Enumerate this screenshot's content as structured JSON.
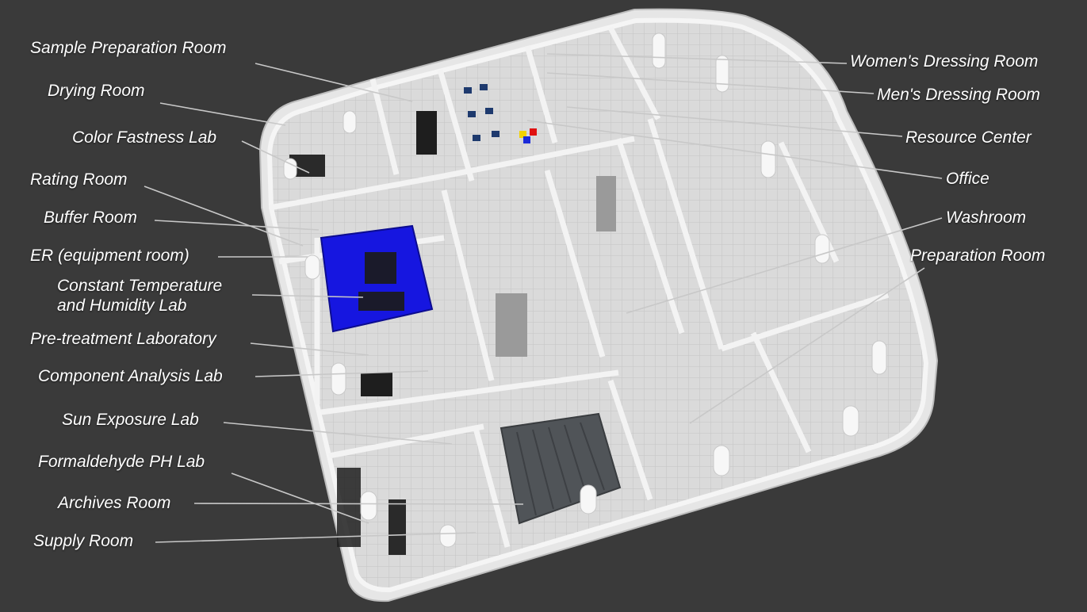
{
  "colors": {
    "background": "#3a3a3a",
    "floor_tile": "#dcdcdc",
    "walls": "#f2f2f2",
    "lab_accent": "#1616e0",
    "storage_block": "#505458",
    "label_text": "#ffffff",
    "leader_lines": "#c8c8c8"
  },
  "labels": {
    "left": [
      {
        "id": "sample-prep",
        "text": "Sample Preparation Room"
      },
      {
        "id": "drying",
        "text": "Drying Room"
      },
      {
        "id": "color-fastness",
        "text": "Color Fastness Lab"
      },
      {
        "id": "rating",
        "text": "Rating Room"
      },
      {
        "id": "buffer",
        "text": "Buffer Room"
      },
      {
        "id": "er",
        "text": "ER (equipment room)"
      },
      {
        "id": "constant-temp",
        "text": "Constant Temperature",
        "text2": "and Humidity Lab"
      },
      {
        "id": "pre-treatment",
        "text": "Pre-treatment Laboratory"
      },
      {
        "id": "component-analysis",
        "text": "Component Analysis Lab"
      },
      {
        "id": "sun-exposure",
        "text": "Sun Exposure Lab"
      },
      {
        "id": "formaldehyde",
        "text": "Formaldehyde PH Lab"
      },
      {
        "id": "archives",
        "text": "Archives Room"
      },
      {
        "id": "supply",
        "text": "Supply Room"
      }
    ],
    "right": [
      {
        "id": "womens-dressing",
        "text": "Women's Dressing Room"
      },
      {
        "id": "mens-dressing",
        "text": "Men's Dressing Room"
      },
      {
        "id": "resource-center",
        "text": "Resource Center"
      },
      {
        "id": "office",
        "text": "Office"
      },
      {
        "id": "washroom",
        "text": "Washroom"
      },
      {
        "id": "preparation",
        "text": "Preparation Room"
      }
    ]
  }
}
